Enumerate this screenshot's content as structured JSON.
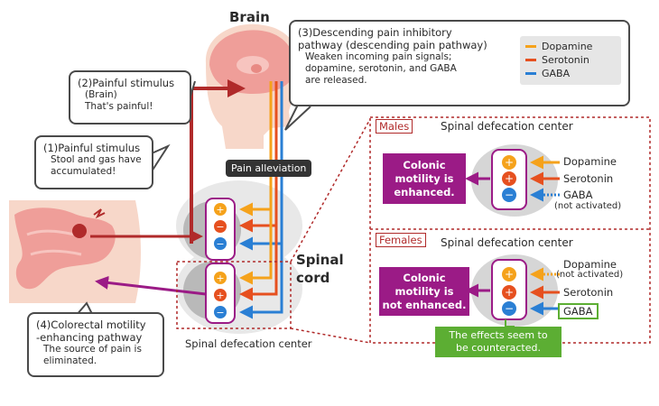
{
  "brain_label": "Brain",
  "spinal_cord_label": "Spinal cord",
  "spinal_center_caption": "Spinal defecation center",
  "pain_alleviation": "Pain alleviation",
  "bubble1": {
    "title": "(1)Painful stimulus",
    "body": [
      "Stool and gas have",
      "accumulated!"
    ]
  },
  "bubble2": {
    "title": "(2)Painful stimulus",
    "body": [
      "(Brain)",
      "That's painful!"
    ]
  },
  "bubble3": {
    "title": [
      "(3)Descending pain inhibitory",
      "pathway (descending pain pathway)"
    ],
    "body": [
      "Weaken incoming pain signals;",
      "dopamine, serotonin, and GABA",
      "are released."
    ]
  },
  "bubble4": {
    "title": [
      "(4)Colorectal motility",
      "-enhancing pathway"
    ],
    "body": [
      "The source of pain is",
      "eliminated."
    ]
  },
  "legend": [
    {
      "label": "Dopamine",
      "color": "#f5a21b"
    },
    {
      "label": "Serotonin",
      "color": "#e6501f"
    },
    {
      "label": "GABA",
      "color": "#2a7fd4"
    }
  ],
  "males": {
    "tag": "Males",
    "title": "Spinal defecation center",
    "result": [
      "Colonic",
      "motility is",
      "enhanced."
    ],
    "labels": [
      "Dopamine",
      "Serotonin",
      "GABA"
    ],
    "note": "(not activated)"
  },
  "females": {
    "tag": "Females",
    "title": "Spinal defecation center",
    "result": [
      "Colonic",
      "motility is",
      "not enhanced."
    ],
    "labels": [
      "Dopamine",
      "Serotonin",
      "GABA"
    ],
    "note": "(not activated)",
    "effect": [
      "The effects seem to",
      "be counteracted."
    ]
  },
  "colors": {
    "red": "#b02a2a",
    "purple": "#9b1b86",
    "green": "#5cae33"
  }
}
